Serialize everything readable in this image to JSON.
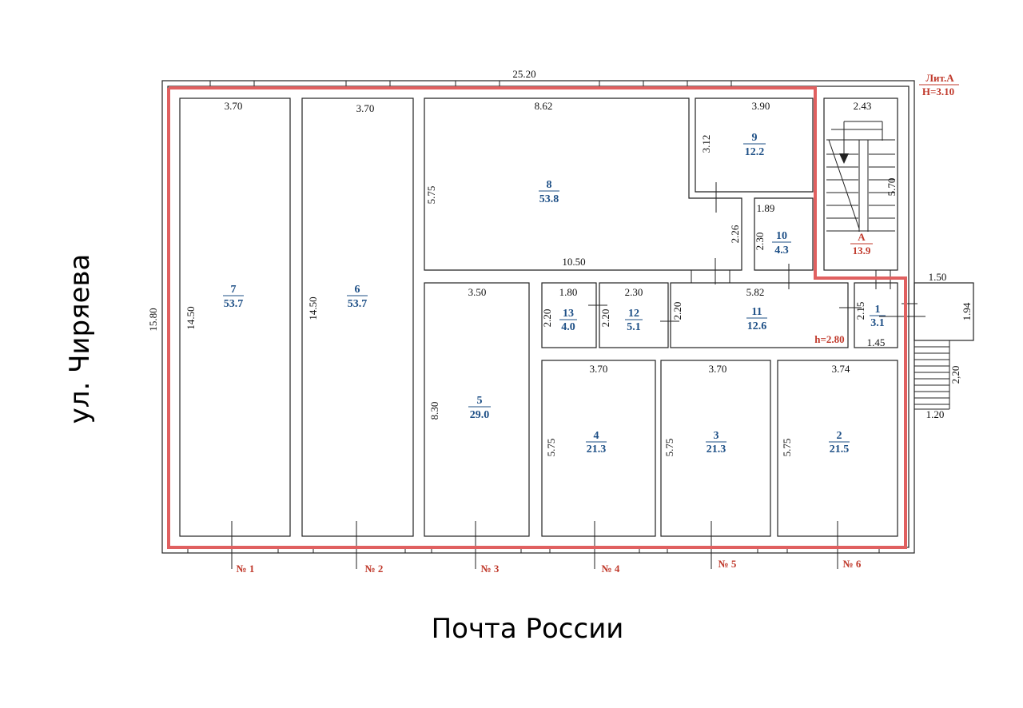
{
  "plan": {
    "overall_width": "25.20",
    "overall_height": "15.80",
    "litera": "Лит.А",
    "height_label": "H=3.10",
    "inner_height_label": "h=2.80",
    "street_left": "ул. Чиряева",
    "street_bottom": "Почта России"
  },
  "rooms": [
    {
      "num": "7",
      "area": "53.7",
      "w": "3.70",
      "h": "14.50"
    },
    {
      "num": "6",
      "area": "53.7",
      "w": "3.70",
      "h": "14.50"
    },
    {
      "num": "8",
      "area": "53.8",
      "w": "8.62",
      "h": "5.75",
      "w2": "10.50"
    },
    {
      "num": "9",
      "area": "12.2",
      "w": "3.90",
      "h": "3.12"
    },
    {
      "num": "10",
      "area": "4.3",
      "w": "1.89",
      "h": "2.30",
      "h2": "2.26"
    },
    {
      "num": "A",
      "area": "13.9",
      "w": "2.43",
      "h": "5.70"
    },
    {
      "num": "5",
      "area": "29.0",
      "w": "3.50",
      "h": "8.30"
    },
    {
      "num": "13",
      "area": "4.0",
      "w": "1.80",
      "h": "2.20"
    },
    {
      "num": "12",
      "area": "5.1",
      "w": "2.30",
      "h": "2.20"
    },
    {
      "num": "11",
      "area": "12.6",
      "w": "5.82",
      "h": "2.20"
    },
    {
      "num": "1",
      "area": "3.1",
      "w": "1.45",
      "h": "2.15"
    },
    {
      "num": "4",
      "area": "21.3",
      "w": "3.70",
      "h": "5.75"
    },
    {
      "num": "3",
      "area": "21.3",
      "w": "3.70",
      "h": "5.75"
    },
    {
      "num": "2",
      "area": "21.5",
      "w": "3.74",
      "h": "5.75"
    }
  ],
  "porch": {
    "top_w": "1.50",
    "side_h": "1.94",
    "stair_h": "2,20",
    "bottom_w": "1.20"
  },
  "windows": [
    "№ 1",
    "№ 2",
    "№ 3",
    "№ 4",
    "№ 5",
    "№ 6"
  ],
  "colors": {
    "red_outline": "#e06060",
    "room_text": "#1d4f86",
    "annotation": "#c0392b"
  }
}
